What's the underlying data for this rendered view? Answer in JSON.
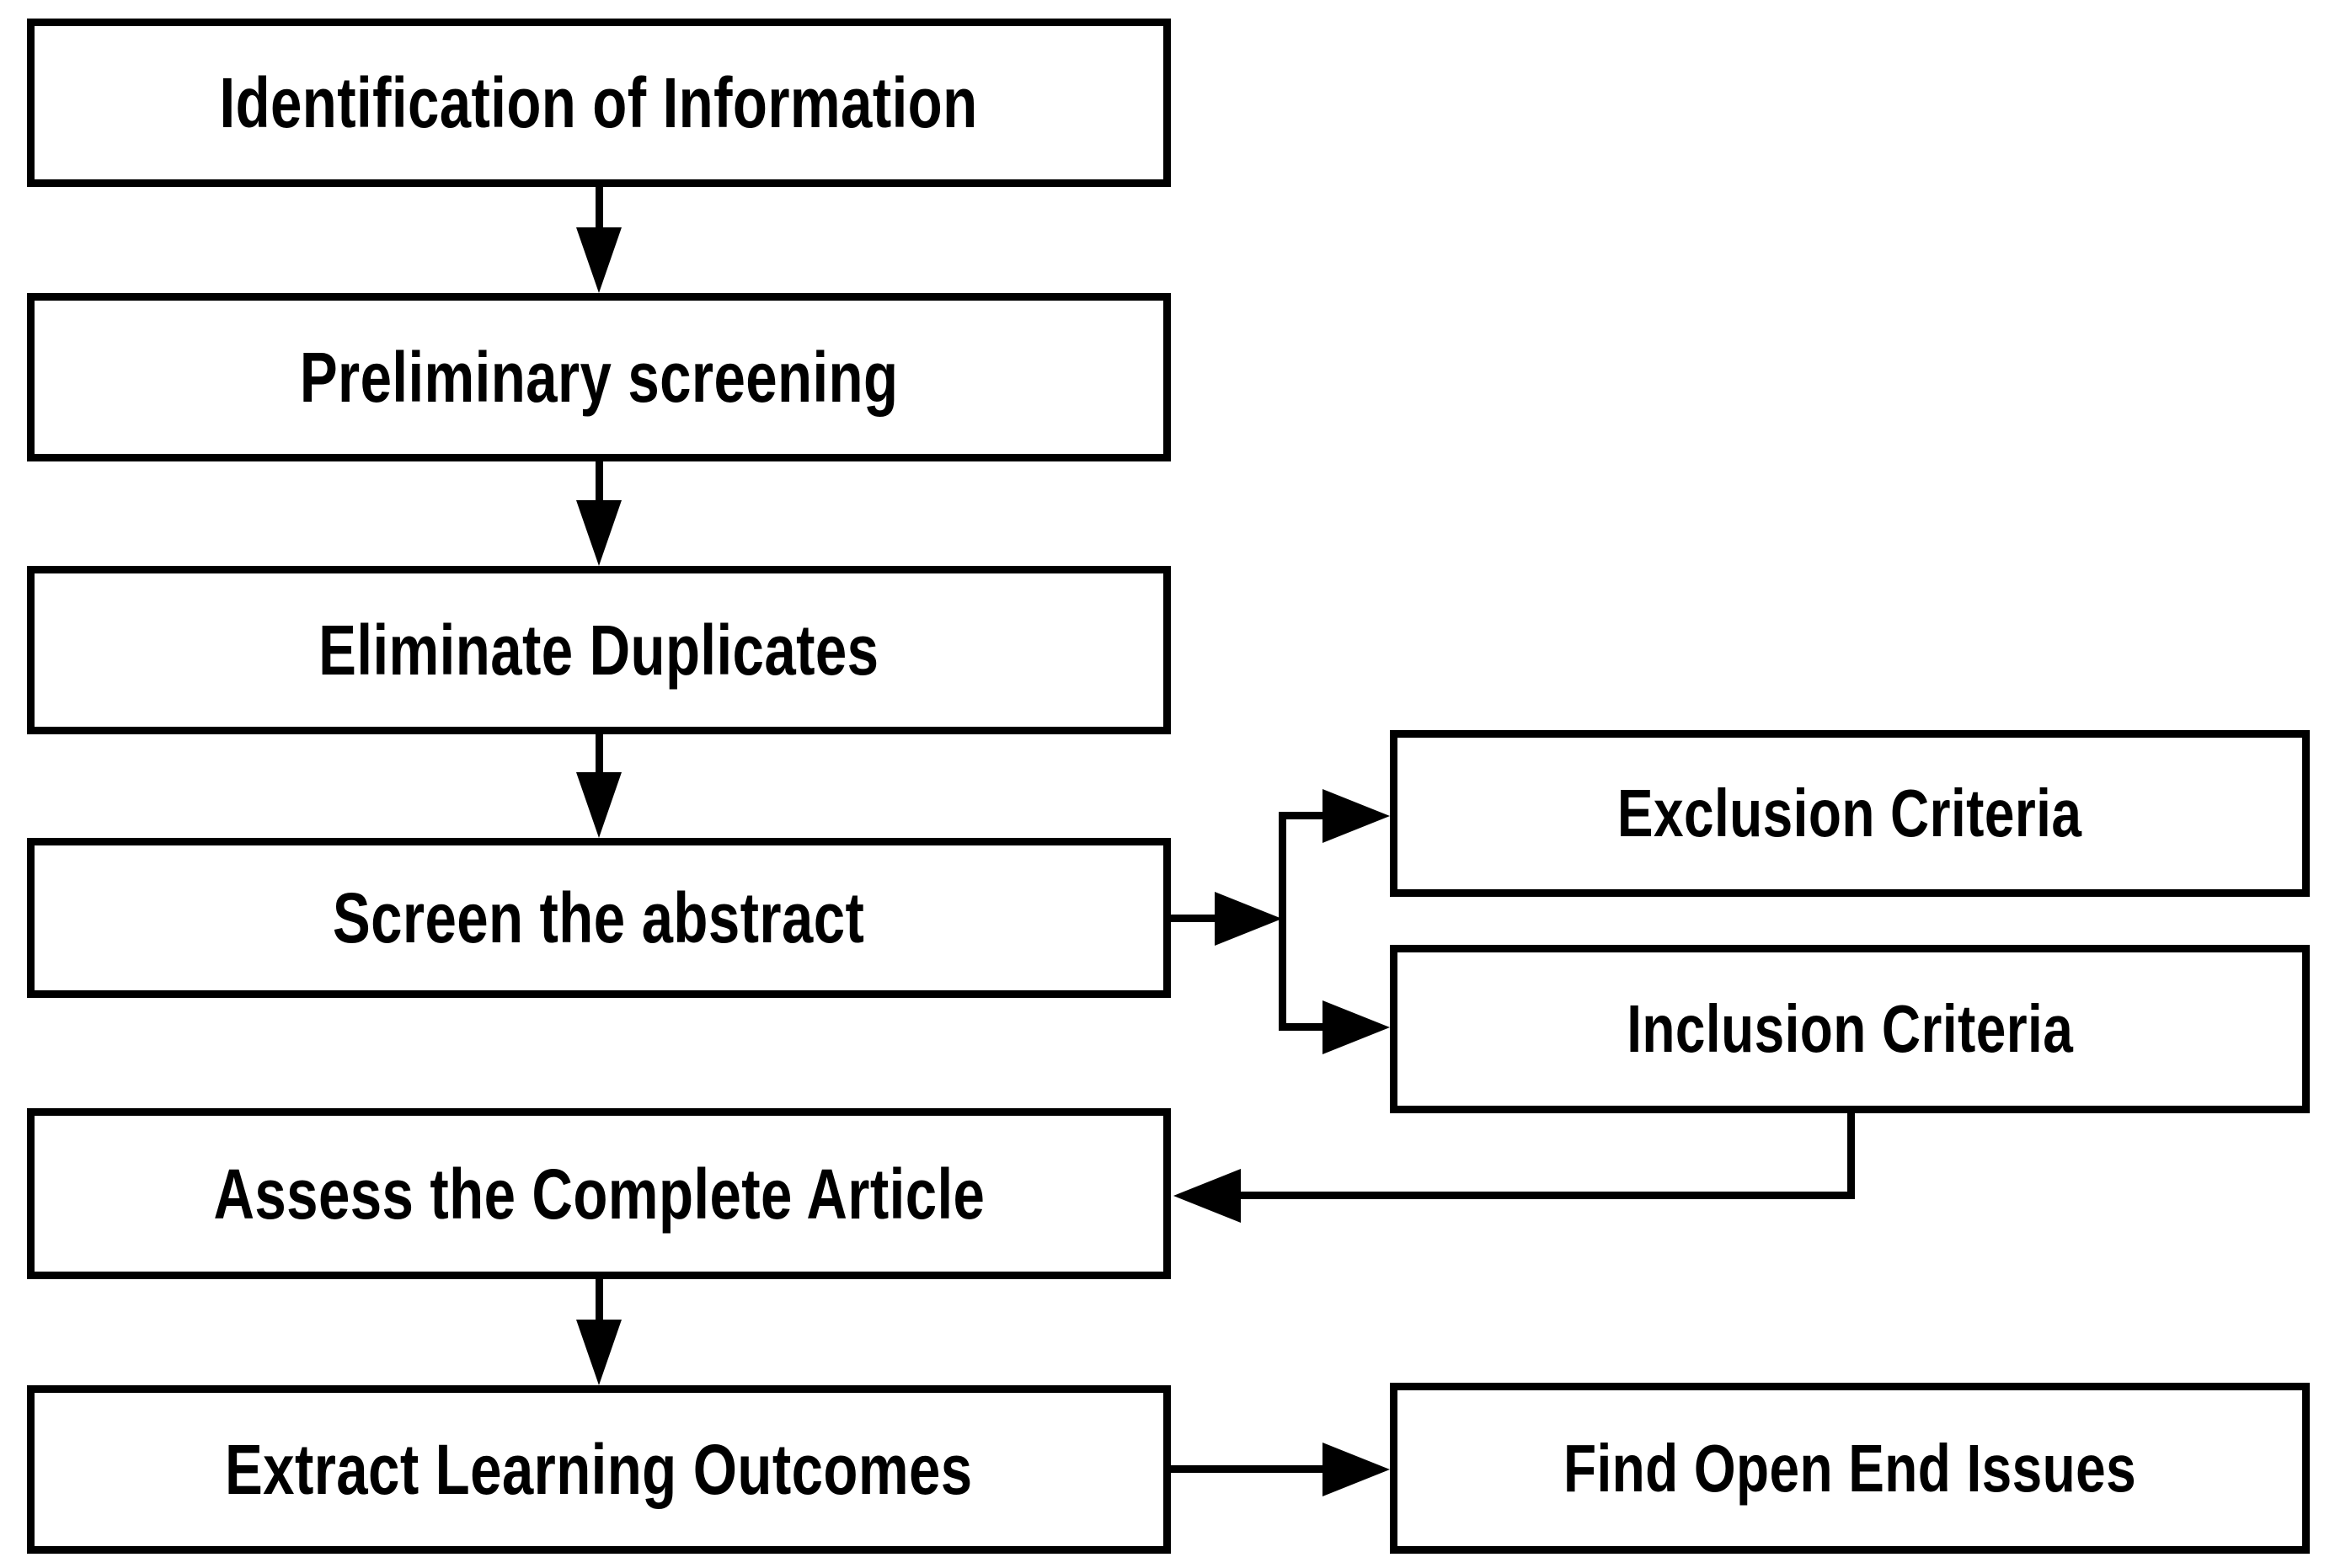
{
  "diagram": {
    "title": "Literature Review Process Flowchart",
    "background_color": "#ffffff",
    "stroke_color": "#000000",
    "nodes": [
      {
        "id": "identification",
        "label": "Identification of Information"
      },
      {
        "id": "preliminary",
        "label": "Preliminary screening"
      },
      {
        "id": "duplicates",
        "label": "Eliminate Duplicates"
      },
      {
        "id": "screen_abstract",
        "label": "Screen the abstract"
      },
      {
        "id": "exclusion",
        "label": "Exclusion Criteria"
      },
      {
        "id": "inclusion",
        "label": "Inclusion Criteria"
      },
      {
        "id": "assess",
        "label": "Assess the Complete Article"
      },
      {
        "id": "extract",
        "label": "Extract Learning Outcomes"
      },
      {
        "id": "open_issues",
        "label": "Find Open End Issues"
      }
    ],
    "edges": [
      {
        "from": "identification",
        "to": "preliminary",
        "direction": "down"
      },
      {
        "from": "preliminary",
        "to": "duplicates",
        "direction": "down"
      },
      {
        "from": "duplicates",
        "to": "screen_abstract",
        "direction": "down"
      },
      {
        "from": "screen_abstract",
        "to": "exclusion",
        "direction": "right"
      },
      {
        "from": "screen_abstract",
        "to": "inclusion",
        "direction": "right"
      },
      {
        "from": "inclusion",
        "to": "assess",
        "direction": "left"
      },
      {
        "from": "assess",
        "to": "extract",
        "direction": "down"
      },
      {
        "from": "extract",
        "to": "open_issues",
        "direction": "right"
      }
    ]
  }
}
